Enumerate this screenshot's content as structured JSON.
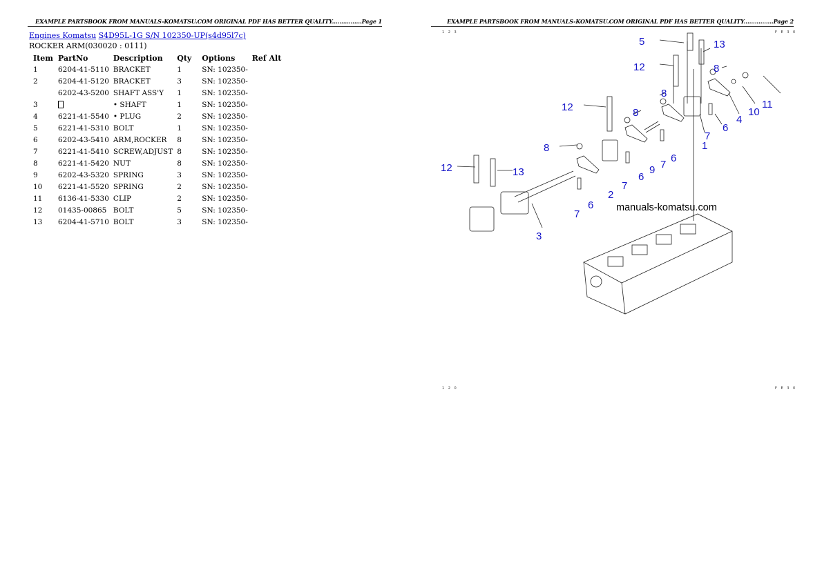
{
  "page1": {
    "header": "EXAMPLE PARTSBOOK FROM MANUALS-KOMATSU.COM ORIGINAL PDF HAS BETTER QUALITY................Page 1",
    "breadcrumb": {
      "link1": "Engines Komatsu",
      "link2": "S4D95L-1G S/N 102350-UP(s4d95l7c)"
    },
    "section_title": "ROCKER ARM(030020 : 0111)",
    "table": {
      "columns": [
        "Item",
        "PartNo",
        "Description",
        "Qty",
        "Options",
        "Ref Alt"
      ],
      "rows": [
        {
          "item": "1",
          "part": "6204-41-5110",
          "desc": "BRACKET",
          "qty": "1",
          "opt": "SN: 102350-",
          "ref": ""
        },
        {
          "item": "2",
          "part": "6204-41-5120",
          "desc": "BRACKET",
          "qty": "3",
          "opt": "SN: 102350-",
          "ref": ""
        },
        {
          "item": "",
          "part": "6202-43-5200",
          "desc": "SHAFT ASS'Y",
          "qty": "1",
          "opt": "SN: 102350-",
          "ref": ""
        },
        {
          "item": "3",
          "part": "",
          "desc": "• SHAFT",
          "qty": "1",
          "opt": "SN: 102350-",
          "ref": ""
        },
        {
          "item": "4",
          "part": "6221-41-5540",
          "desc": "• PLUG",
          "qty": "2",
          "opt": "SN: 102350-",
          "ref": ""
        },
        {
          "item": "5",
          "part": "6221-41-5310",
          "desc": "BOLT",
          "qty": "1",
          "opt": "SN: 102350-",
          "ref": ""
        },
        {
          "item": "6",
          "part": "6202-43-5410",
          "desc": "ARM,ROCKER",
          "qty": "8",
          "opt": "SN: 102350-",
          "ref": ""
        },
        {
          "item": "7",
          "part": "6221-41-5410",
          "desc": "SCREW,ADJUST",
          "qty": "8",
          "opt": "SN: 102350-",
          "ref": ""
        },
        {
          "item": "8",
          "part": "6221-41-5420",
          "desc": "NUT",
          "qty": "8",
          "opt": "SN: 102350-",
          "ref": ""
        },
        {
          "item": "9",
          "part": "6202-43-5320",
          "desc": "SPRING",
          "qty": "3",
          "opt": "SN: 102350-",
          "ref": ""
        },
        {
          "item": "10",
          "part": "6221-41-5520",
          "desc": "SPRING",
          "qty": "2",
          "opt": "SN: 102350-",
          "ref": ""
        },
        {
          "item": "11",
          "part": "6136-41-5330",
          "desc": "CLIP",
          "qty": "2",
          "opt": "SN: 102350-",
          "ref": ""
        },
        {
          "item": "12",
          "part": "01435-00865",
          "desc": "BOLT",
          "qty": "5",
          "opt": "SN: 102350-",
          "ref": ""
        },
        {
          "item": "13",
          "part": "6204-41-5710",
          "desc": "BOLT",
          "qty": "3",
          "opt": "SN: 102350-",
          "ref": ""
        }
      ]
    }
  },
  "page2": {
    "header": "EXAMPLE PARTSBOOK FROM MANUALS-KOMATSU.COM ORIGINAL PDF HAS BETTER QUALITY................Page 2",
    "corner_top_left": "1 2 3",
    "corner_top_right": "F E 3 0",
    "corner_bottom_left": "1 2 0",
    "corner_bottom_right": "F E 3 0",
    "watermark": "manuals-komatsu.com",
    "callouts": [
      "5",
      "13",
      "12",
      "8",
      "12",
      "8",
      "8",
      "10",
      "11",
      "4",
      "6",
      "1",
      "7",
      "6",
      "7",
      "9",
      "8",
      "12",
      "13",
      "2",
      "7",
      "6",
      "6",
      "7",
      "3"
    ]
  },
  "colors": {
    "link": "#0000cc",
    "callout": "#1515c8"
  }
}
